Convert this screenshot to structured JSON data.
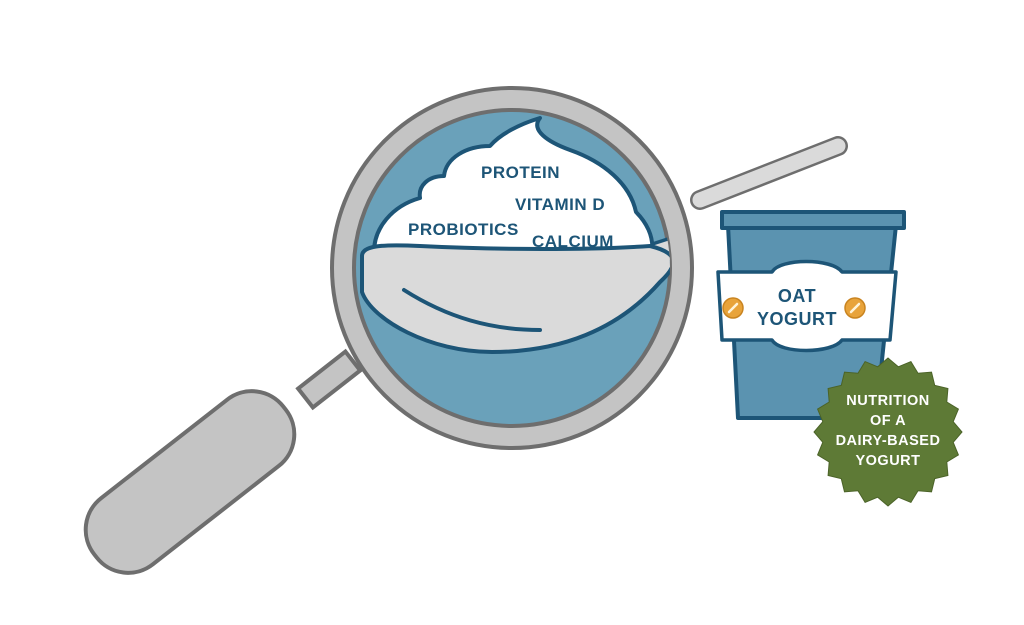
{
  "nutrients": {
    "protein": "PROTEIN",
    "vitamin_d": "VITAMIN D",
    "probiotics": "PROBIOTICS",
    "calcium": "CALCIUM"
  },
  "cup": {
    "line1": "OAT",
    "line2": "YOGURT"
  },
  "badge": {
    "line1": "NUTRITION",
    "line2": "OF A",
    "line3": "DAIRY-BASED",
    "line4": "YOGURT"
  },
  "colors": {
    "outline": "#1d5577",
    "lens_fill": "#6aa1ba",
    "cup_fill": "#5b93b0",
    "handle_gray": "#c4c4c4",
    "badge_green": "#5e7a36",
    "accent_orange": "#e8a33a"
  },
  "icons": [
    "magnifying-glass-icon",
    "spoon-icon",
    "yogurt-cup-icon",
    "seal-badge-icon"
  ]
}
